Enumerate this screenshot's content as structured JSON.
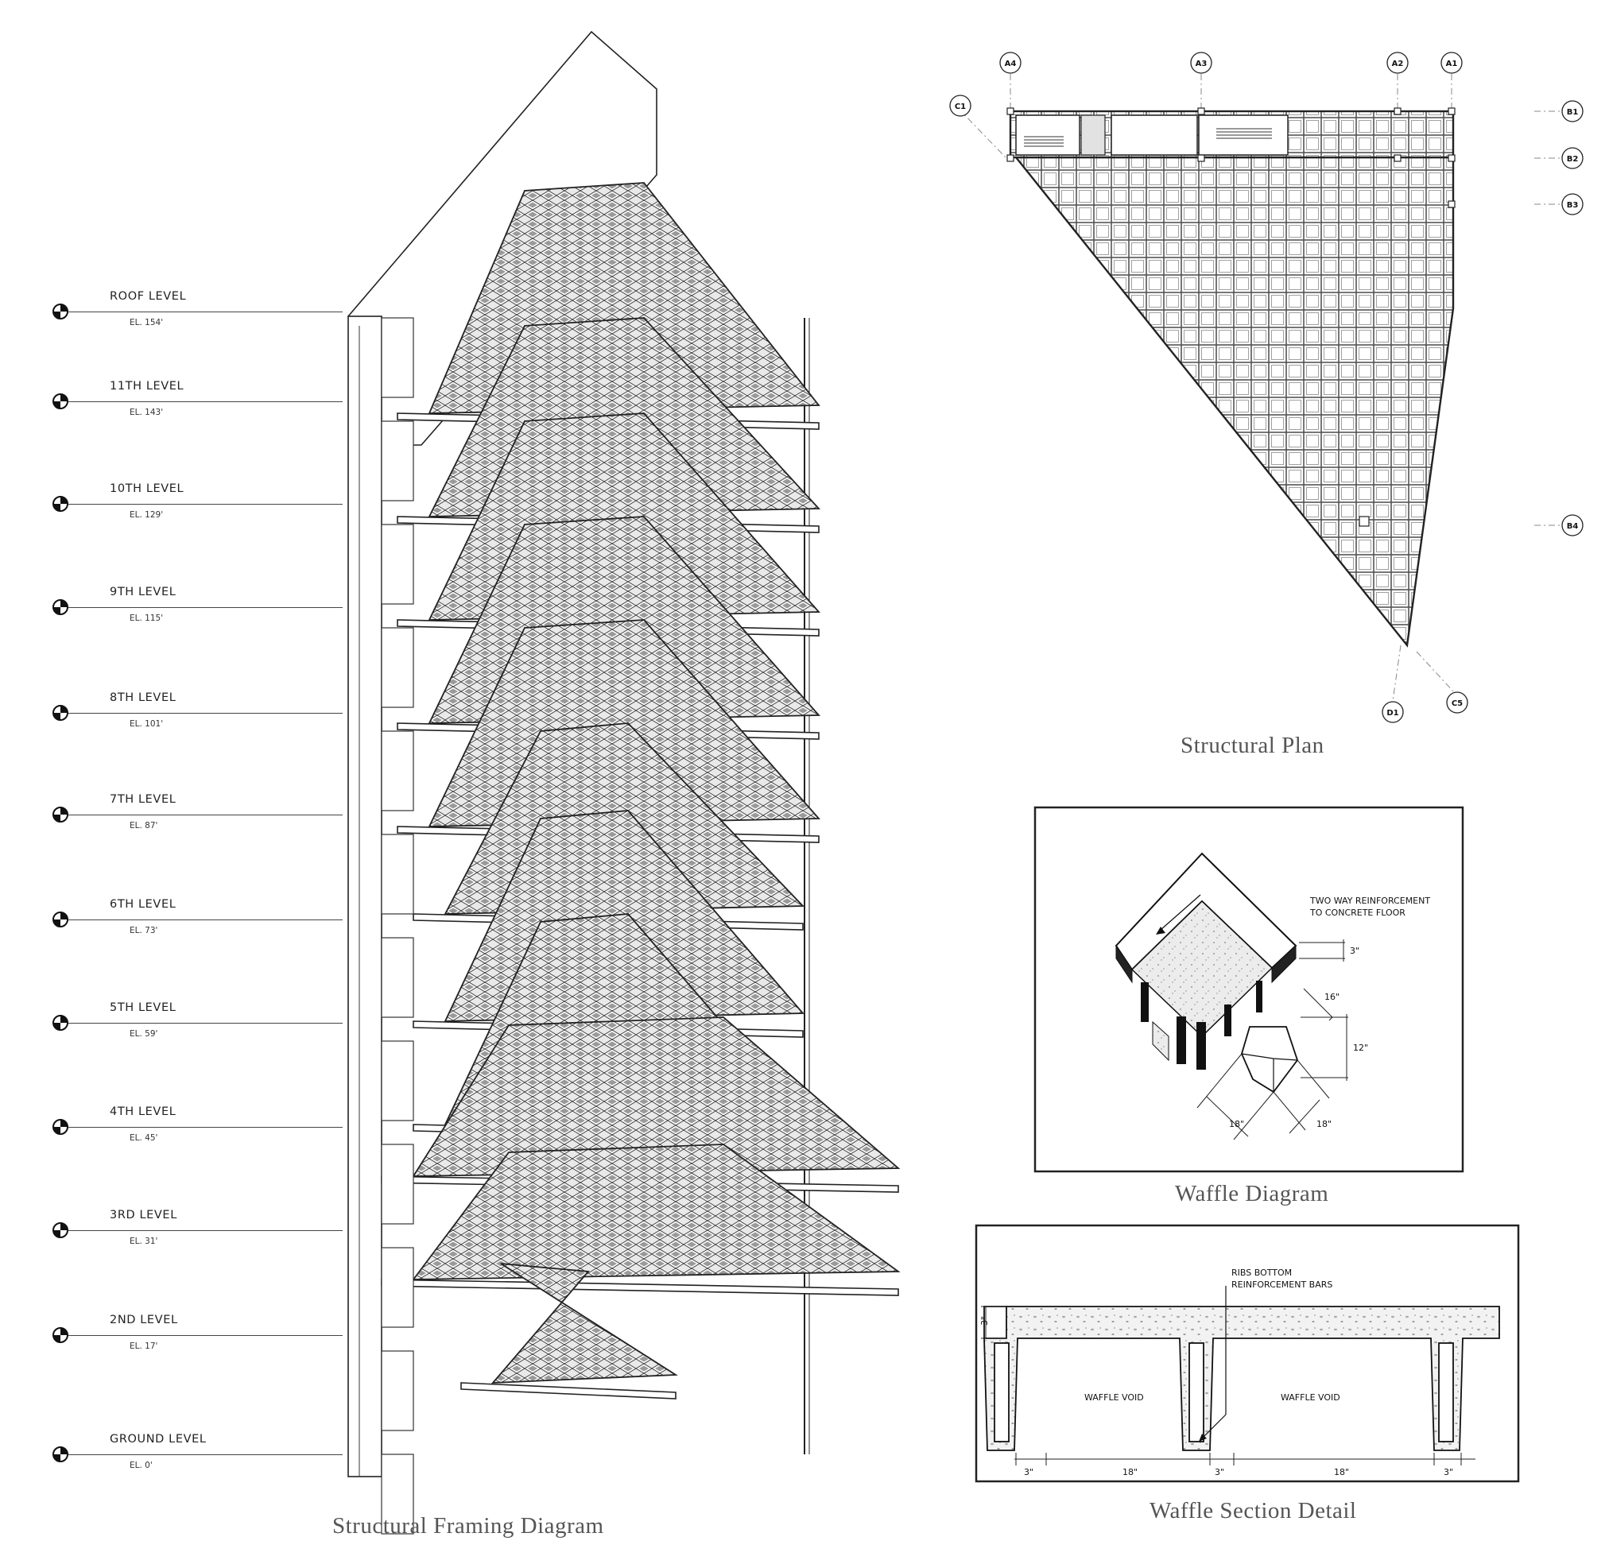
{
  "framing": {
    "title": "Structural Framing Diagram",
    "levels": [
      {
        "name": "ROOF LEVEL",
        "el": "EL. 154'"
      },
      {
        "name": "11TH LEVEL",
        "el": "EL. 143'"
      },
      {
        "name": "10TH LEVEL",
        "el": "EL. 129'"
      },
      {
        "name": "9TH LEVEL",
        "el": "EL. 115'"
      },
      {
        "name": "8TH LEVEL",
        "el": "EL. 101'"
      },
      {
        "name": "7TH LEVEL",
        "el": "EL. 87'"
      },
      {
        "name": "6TH LEVEL",
        "el": "EL. 73'"
      },
      {
        "name": "5TH LEVEL",
        "el": "EL. 59'"
      },
      {
        "name": "4TH LEVEL",
        "el": "EL. 45'"
      },
      {
        "name": "3RD LEVEL",
        "el": "EL. 31'"
      },
      {
        "name": "2ND LEVEL",
        "el": "EL. 17'"
      },
      {
        "name": "GROUND LEVEL",
        "el": "EL. 0'"
      }
    ]
  },
  "plan": {
    "title": "Structural Plan",
    "grid_bubbles": {
      "a4": "A4",
      "a3": "A3",
      "a2": "A2",
      "a1": "A1",
      "c1": "C1",
      "b1": "B1",
      "b2": "B2",
      "b3": "B3",
      "b4": "B4",
      "d1": "D1",
      "c5": "C5"
    }
  },
  "waffle": {
    "title": "Waffle Diagram",
    "note_line1": "TWO WAY REINFORCEMENT",
    "note_line2": "TO CONCRETE FLOOR",
    "dim_slab": "3\"",
    "dim_top": "16\"",
    "dim_height": "12\"",
    "dim_left": "18\"",
    "dim_right": "18\""
  },
  "section": {
    "title": "Waffle Section Detail",
    "note_line1": "RIBS BOTTOM",
    "note_line2": "REINFORCEMENT BARS",
    "void_left": "WAFFLE VOID",
    "void_right": "WAFFLE VOID",
    "dim_slab": "3\"",
    "dims": [
      "3\"",
      "18\"",
      "3\"",
      "18\"",
      "3\""
    ]
  }
}
